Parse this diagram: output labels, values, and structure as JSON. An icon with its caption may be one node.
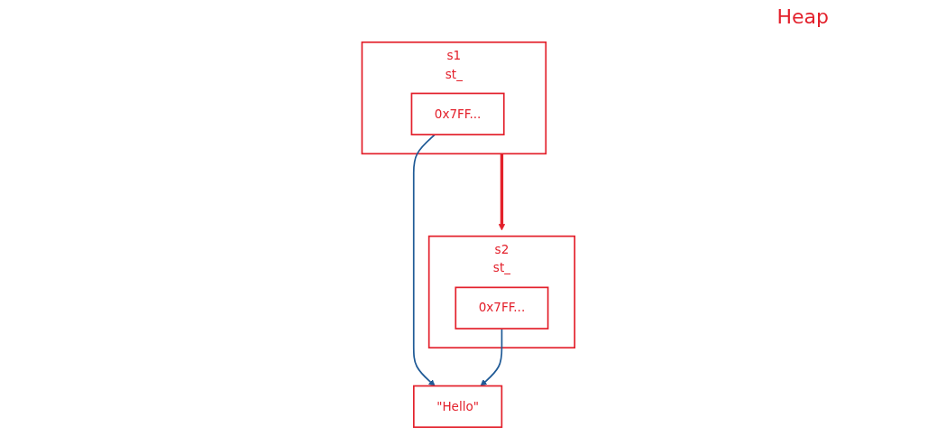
{
  "diagram": {
    "nodes": [
      {
        "text": [
          "st_"
        ],
        "beside": [
          "s1"
        ]
      },
      {
        "text": [
          "0x7FF..."
        ],
        "in": 0
      },
      {
        "text": [
          "\"Hello\""
        ]
      },
      {
        "text": [
          "st_"
        ],
        "beside": [
          "s2"
        ]
      },
      {
        "text": [
          "0x7FF..."
        ],
        "in": 3
      }
    ],
    "edges": [
      {
        "from": 1,
        "to": 2,
        "arrow": "to"
      },
      {
        "from": 0,
        "to": 3,
        "arrow": "to",
        "style": "thick",
        "color": "#e3202b"
      },
      {
        "from": 4,
        "to": 2,
        "arrow": "to"
      }
    ],
    "labels": [
      "Heap"
    ]
  }
}
